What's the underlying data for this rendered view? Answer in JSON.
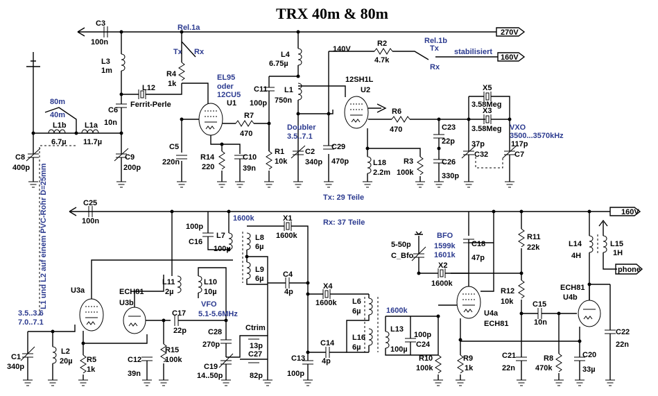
{
  "title": "TRX 40m & 80m",
  "rails": {
    "hv_top": "270V",
    "hv_140": "140V",
    "hv_stab": "160V",
    "hv_bottom": "160V",
    "stabilisiert": "stabilisiert",
    "phone": "phone"
  },
  "relays": {
    "rel1a": "Rel.1a",
    "rel1b": "Rel.1b",
    "tx": "Tx",
    "rx": "Rx"
  },
  "notes": {
    "tx_parts": "Tx: 29 Teile",
    "rx_parts": "Rx: 37 Teile",
    "coil_note": "L1 und L2 auf einem PVC-Rohr D=25mm",
    "doubler": "Doubler",
    "doubler_range": "3.5..7.1",
    "vxo": "VXO",
    "vxo_range": "3500...3570kHz",
    "band80": "80m",
    "band40": "40m",
    "vfo": "VFO",
    "vfo_range": "5.1-5.6MHz",
    "bfo": "BFO",
    "bfo_f1": "1599k",
    "bfo_f2": "1601k",
    "in_range1": "3.5..3.6",
    "in_range2": "7.0..7.1",
    "f1600a": "1600k",
    "f1600b": "1600k",
    "el95": "EL95",
    "oder": "oder",
    "12cu5": "12CU5",
    "ferrit": "Ferrit-Perle"
  },
  "tubes": {
    "U1": "U1",
    "U2": "U2",
    "u2type": "12SH1L",
    "U3a": "U3a",
    "U3b": "U3b",
    "u3type": "ECH81",
    "U4a": "U4a",
    "u4atype": "ECH81",
    "U4b": "U4b",
    "u4btype": "ECH81"
  },
  "parts": [
    {
      "ref": "C3",
      "val": "100n"
    },
    {
      "ref": "L3",
      "val": "1m"
    },
    {
      "ref": "C6",
      "val": "10n"
    },
    {
      "ref": "L12",
      "val": ""
    },
    {
      "ref": "C9",
      "val": "200p"
    },
    {
      "ref": "C8",
      "val": "400p"
    },
    {
      "ref": "L1b",
      "val": "6.7µ"
    },
    {
      "ref": "L1a",
      "val": "11.7µ"
    },
    {
      "ref": "R4",
      "val": "1k"
    },
    {
      "ref": "C5",
      "val": "220n"
    },
    {
      "ref": "R14",
      "val": "220"
    },
    {
      "ref": "C10",
      "val": "39n"
    },
    {
      "ref": "R7",
      "val": "470"
    },
    {
      "ref": "L4",
      "val": "6.75µ"
    },
    {
      "ref": "L1",
      "val": "750n"
    },
    {
      "ref": "C11",
      "val": "100p"
    },
    {
      "ref": "R1",
      "val": "10k"
    },
    {
      "ref": "C2",
      "val": "340p"
    },
    {
      "ref": "C29",
      "val": "470p"
    },
    {
      "ref": "R2",
      "val": "4.7k"
    },
    {
      "ref": "R6",
      "val": "470"
    },
    {
      "ref": "L18",
      "val": "2.2m"
    },
    {
      "ref": "R3",
      "val": "100k"
    },
    {
      "ref": "C23",
      "val": "22p"
    },
    {
      "ref": "C26",
      "val": "330p"
    },
    {
      "ref": "X5",
      "val": "3.58Meg"
    },
    {
      "ref": "X3",
      "val": "3.58Meg"
    },
    {
      "ref": "C32",
      "val": "37p"
    },
    {
      "ref": "C7",
      "val": "117p"
    },
    {
      "ref": "C25",
      "val": "100n"
    },
    {
      "ref": "C16",
      "val": "100p"
    },
    {
      "ref": "L7",
      "val": "100µ"
    },
    {
      "ref": "L8",
      "val": "6µ"
    },
    {
      "ref": "L9",
      "val": "6µ"
    },
    {
      "ref": "X1",
      "val": "1600k"
    },
    {
      "ref": "C4",
      "val": "4p"
    },
    {
      "ref": "X4",
      "val": "1600k"
    },
    {
      "ref": "L6",
      "val": "6µ"
    },
    {
      "ref": "L16",
      "val": "6µ"
    },
    {
      "ref": "C14",
      "val": "4p"
    },
    {
      "ref": "C13",
      "val": "100p"
    },
    {
      "ref": "L11",
      "val": "2µ"
    },
    {
      "ref": "L10",
      "val": "10µ"
    },
    {
      "ref": "C17",
      "val": "22p"
    },
    {
      "ref": "C28",
      "val": "270p"
    },
    {
      "ref": "Ctrim",
      "val": "13p"
    },
    {
      "ref": "C27",
      "val": "82p"
    },
    {
      "ref": "C19",
      "val": "14..50p"
    },
    {
      "ref": "R15",
      "val": "100k"
    },
    {
      "ref": "C12",
      "val": "39n"
    },
    {
      "ref": "R5",
      "val": "1k"
    },
    {
      "ref": "C1",
      "val": "340p"
    },
    {
      "ref": "L2",
      "val": "20µ"
    },
    {
      "ref": "L13",
      "val": "100µ"
    },
    {
      "ref": "C24",
      "val": "100p"
    },
    {
      "ref": "R10",
      "val": "100k"
    },
    {
      "ref": "R9",
      "val": "1k"
    },
    {
      "ref": "C_Bfo",
      "val": "5-50p"
    },
    {
      "ref": "C18",
      "val": "47p"
    },
    {
      "ref": "X2",
      "val": "1600k"
    },
    {
      "ref": "R11",
      "val": "22k"
    },
    {
      "ref": "R12",
      "val": "10k"
    },
    {
      "ref": "C15",
      "val": "10n"
    },
    {
      "ref": "C21",
      "val": "22n"
    },
    {
      "ref": "R8",
      "val": "470k"
    },
    {
      "ref": "C20",
      "val": "33µ"
    },
    {
      "ref": "L14",
      "val": "4H"
    },
    {
      "ref": "L15",
      "val": "1H"
    },
    {
      "ref": "C22",
      "val": "22n"
    }
  ]
}
